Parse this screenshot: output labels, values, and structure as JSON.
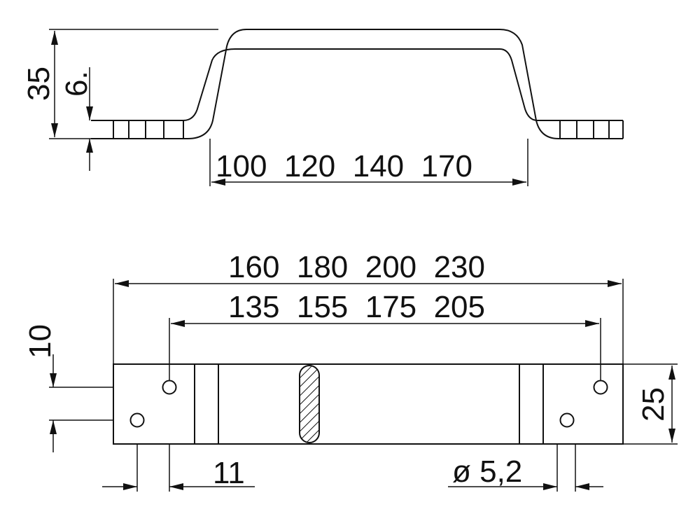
{
  "side_view": {
    "height_label": "35",
    "thickness_label": "6.",
    "span_label": "100  120  140  170"
  },
  "top_view": {
    "overall_length_label": "160  180  200  230",
    "hole_spacing_label": "135  155  175  205",
    "bar_width_label": "10",
    "plate_height_label": "25",
    "edge_offset_label": "11",
    "hole_diameter_label": "ø 5,2"
  }
}
